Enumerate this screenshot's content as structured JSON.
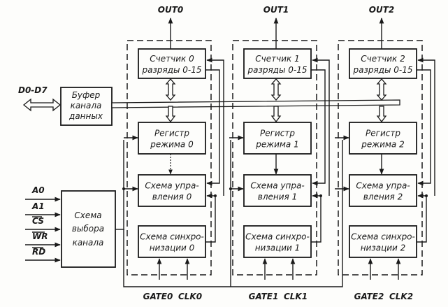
{
  "diagram": {
    "type": "block-diagram",
    "data_bus_label": "D0-D7",
    "buffer": {
      "line1": "Буфер",
      "line2": "канала",
      "line3": "данных"
    },
    "select": {
      "line1": "Схема",
      "line2": "выбора",
      "line3": "канала"
    },
    "control_inputs": [
      "A0",
      "A1",
      "CS",
      "WR",
      "RD"
    ],
    "channels": [
      {
        "out": "OUT0",
        "counter": {
          "line1": "Счетчик 0",
          "line2": "разряды 0-15"
        },
        "mode_reg": {
          "line1": "Регистр",
          "line2": "режима 0"
        },
        "control": {
          "line1": "Схема упра-",
          "line2": "вления 0"
        },
        "sync": {
          "line1": "Схема синхро-",
          "line2": "низации 0"
        },
        "gate": "GATE0",
        "clk": "CLK0"
      },
      {
        "out": "OUT1",
        "counter": {
          "line1": "Счетчик 1",
          "line2": "разряды 0-15"
        },
        "mode_reg": {
          "line1": "Регистр",
          "line2": "режима 1"
        },
        "control": {
          "line1": "Схема упра-",
          "line2": "вления 1"
        },
        "sync": {
          "line1": "Схема синхро-",
          "line2": "низации 1"
        },
        "gate": "GATE1",
        "clk": "CLK1"
      },
      {
        "out": "OUT2",
        "counter": {
          "line1": "Счетчик 2",
          "line2": "разряды 0-15"
        },
        "mode_reg": {
          "line1": "Регистр",
          "line2": "режима 2"
        },
        "control": {
          "line1": "Схема упра-",
          "line2": "вления 2"
        },
        "sync": {
          "line1": "Схема синхро-",
          "line2": "низации 2"
        },
        "gate": "GATE2",
        "clk": "CLK2"
      }
    ]
  }
}
